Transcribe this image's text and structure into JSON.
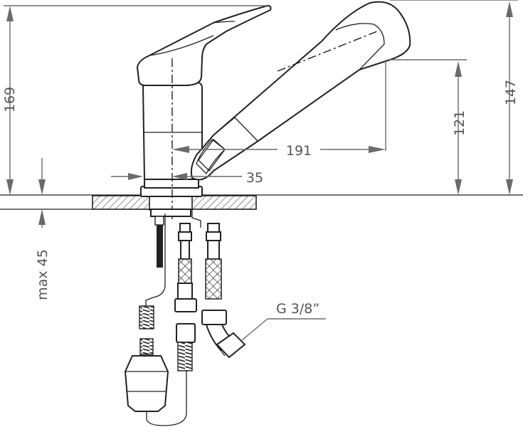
{
  "dimensions": {
    "height_total": "169",
    "height_spout": "147",
    "height_outlet": "121",
    "reach": "191",
    "base_offset": "35",
    "max_thickness": "max 45",
    "thread": "G 3/8”"
  },
  "colors": {
    "line": "#222222",
    "dimension": "#6a6a6a",
    "text": "#555555",
    "hatch": "#444444"
  }
}
